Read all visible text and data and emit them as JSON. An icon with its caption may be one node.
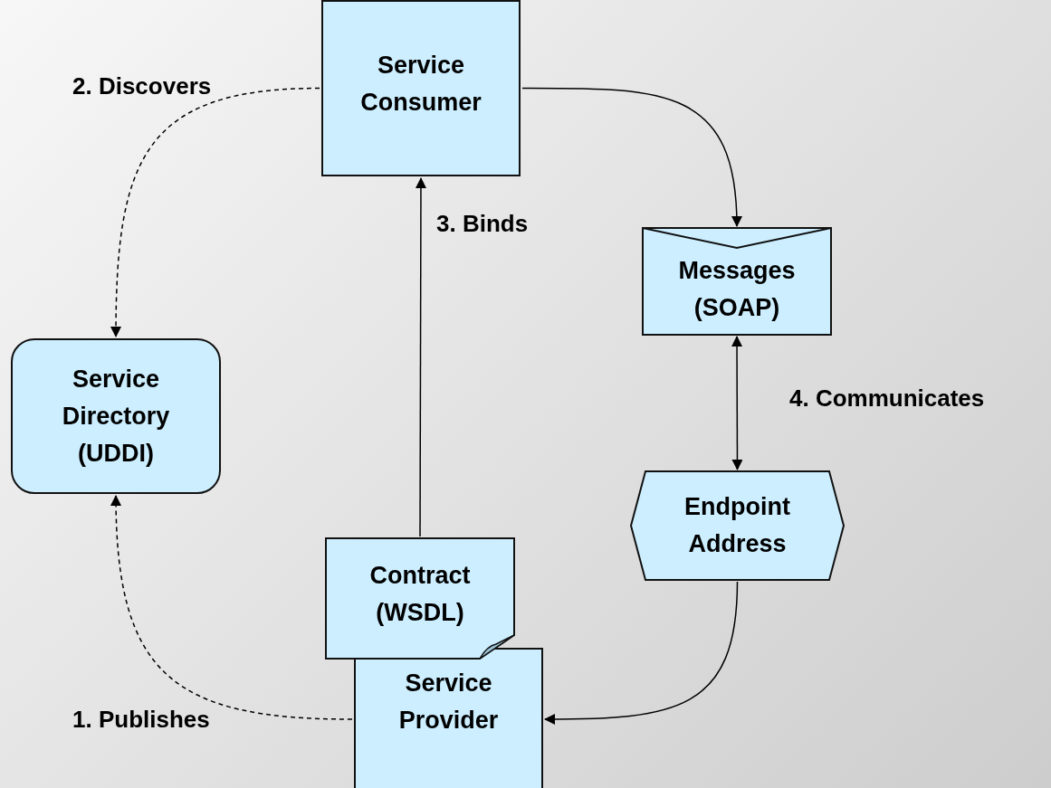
{
  "diagram": {
    "nodes": [
      {
        "text": [
          "Service Consumer"
        ]
      },
      {
        "text": [
          "Messages (SOAP)"
        ]
      },
      {
        "text": [
          "Service Directory (UDDI)"
        ]
      },
      {
        "text": [
          "Endpoint Address"
        ]
      },
      {
        "text": [
          "Contract (WSDL)"
        ]
      },
      {
        "text": [
          "Service Provider"
        ]
      }
    ],
    "edges": [
      {
        "from": 0,
        "to": 2,
        "arrow": "to",
        "label": "2. Discovers",
        "style": "dashed"
      },
      {
        "from": 5,
        "to": 2,
        "arrow": "to",
        "label": "1. Publishes",
        "style": "dashed"
      },
      {
        "from": 4,
        "to": 0,
        "arrow": "to",
        "label": "3. Binds"
      },
      {
        "from": 0,
        "to": 1,
        "arrow": "to"
      },
      {
        "from": 1,
        "to": 3,
        "arrow": "both",
        "label": "4. Communicates"
      },
      {
        "from": 3,
        "to": 5,
        "arrow": "to"
      }
    ]
  }
}
